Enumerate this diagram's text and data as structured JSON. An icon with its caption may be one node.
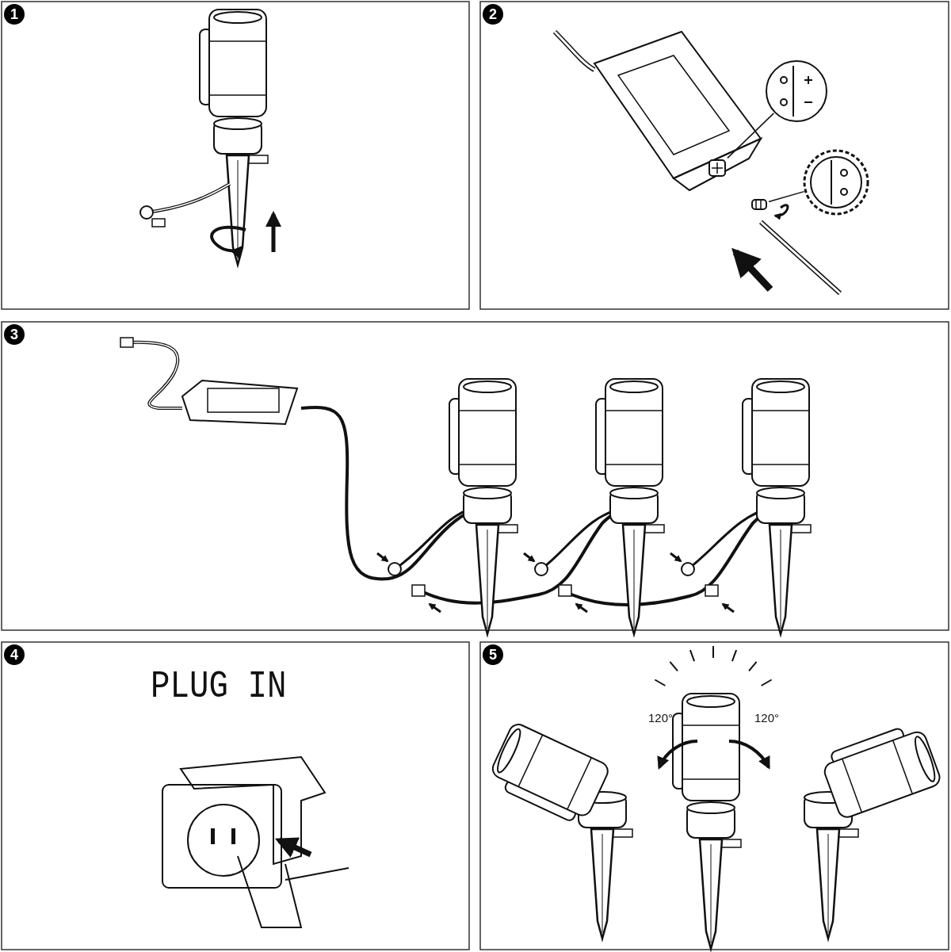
{
  "diagram": {
    "nodes": [
      {
        "text": [],
        "shape": "picture"
      },
      {
        "text": [],
        "shape": "picture"
      },
      {
        "text": [],
        "shape": "picture"
      },
      {
        "text": [],
        "shape": "picture"
      }
    ],
    "edges": [
      {
        "from": 0,
        "to": 1,
        "arrow": "none"
      },
      {
        "from": 2,
        "to": 3,
        "arrow": "none"
      }
    ],
    "labels": [
      "1",
      "2",
      "3",
      "4",
      "PLUG IN",
      "5",
      "120°",
      "120°"
    ]
  }
}
